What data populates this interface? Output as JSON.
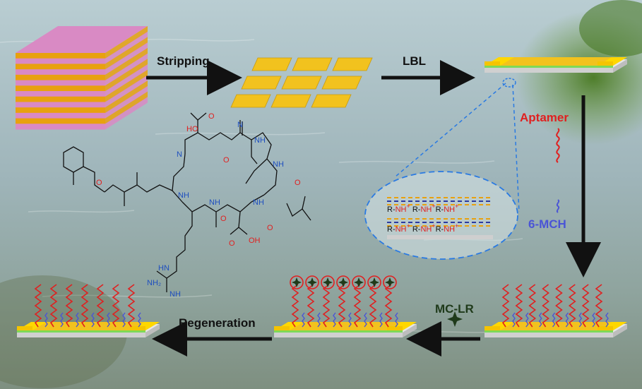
{
  "steps": {
    "stripping": "Stripping",
    "lbl": "LBL",
    "aptamer": "Aptamer",
    "mch": "6-MCH",
    "target": "MC-LR",
    "regeneration": "Regeneration"
  },
  "interface_rows": [
    [
      "R-",
      "NH",
      "+",
      " R-",
      "NH",
      "+",
      "R-",
      "NH",
      "+"
    ],
    [
      "R-",
      "NH",
      "+",
      " R-",
      "NH",
      "+",
      "R-",
      "NH",
      "+"
    ]
  ],
  "molecule_labels": {
    "top_acid": "HO",
    "top_acid_o": "O",
    "bottom_acid": "OH",
    "bottom_acid_o": "O",
    "hydroxyl": "O",
    "amine": "NH",
    "amine2": "NH₂",
    "imine": "NH",
    "n": "N",
    "nh": "NH",
    "hn": "HN"
  },
  "colors": {
    "gold": "#f2c21e",
    "orange_layer": "#e8a10f",
    "pink_layer": "#d98ac4",
    "green_layer": "#7ed957",
    "aptamer_red": "#e02020",
    "mch_blue": "#4a54d6",
    "dash_blue": "#2a7ae2",
    "arrow": "#111111",
    "target_star": "#1f3a1a"
  }
}
